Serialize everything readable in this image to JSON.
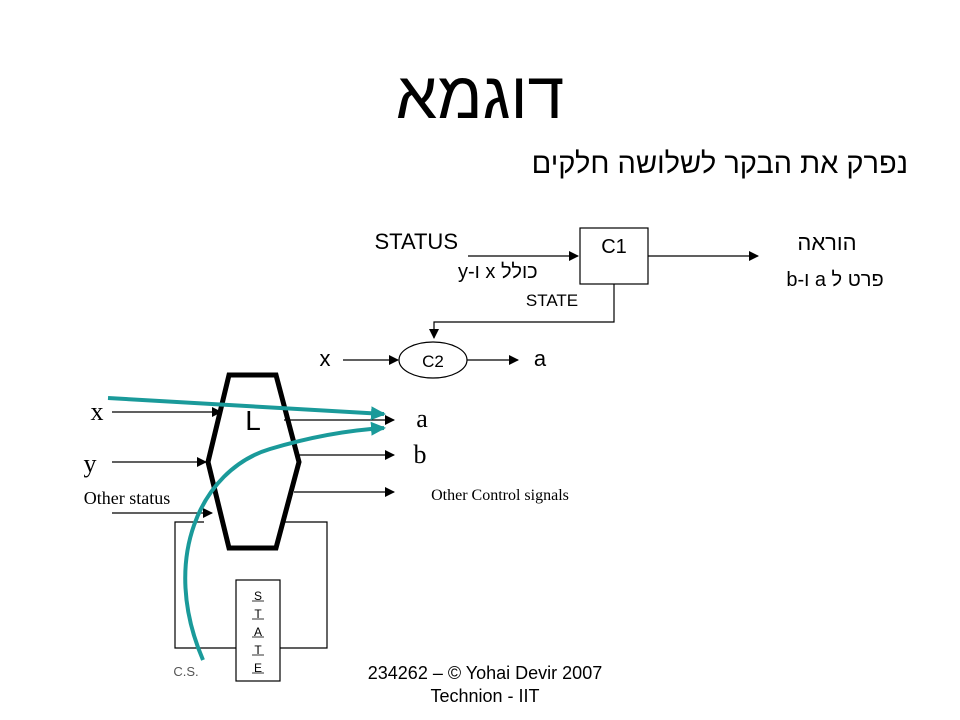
{
  "slide": {
    "title": "דוגמא",
    "subtitle": "נפרק את הבקר לשלושה חלקים",
    "footer_line1": "234262 – © Yohai Devir 2007",
    "footer_line2": "Technion - IIT"
  },
  "top_diagram": {
    "status_label": "STATUS",
    "status_sub": "כולל x ו-y",
    "c1_label": "C1",
    "state_label": "STATE",
    "output_label": "הוראה",
    "output_sub": "פרט ל a ו-b",
    "c2_label": "C2",
    "c2_input": "x",
    "c2_output": "a"
  },
  "bottom_diagram": {
    "block_label": "L",
    "input_x": "x",
    "input_y": "y",
    "input_other": "Other status",
    "output_a": "a",
    "output_b": "b",
    "output_other": "Other Control signals",
    "state_box_letters": [
      "S",
      "T",
      "A",
      "T",
      "E"
    ],
    "cs_label": "C.S.",
    "highlight_color": "#1a9a9a"
  }
}
